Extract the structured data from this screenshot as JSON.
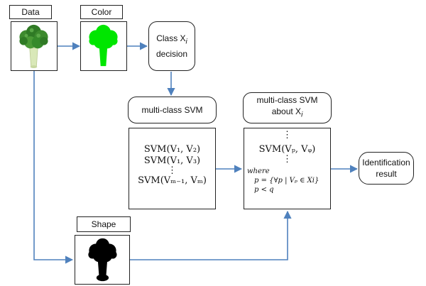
{
  "labels": {
    "data": "Data",
    "color": "Color",
    "shape": "Shape"
  },
  "class_decision": {
    "line1": "Class X",
    "sub": "i",
    "line2": "decision"
  },
  "svm_left": {
    "title": "multi-class SVM",
    "lines": [
      "SVM(V₁, V₂)",
      "SVM(V₁, V₃)",
      "⋮",
      "SVM(Vₘ₋₁, Vₘ)"
    ]
  },
  "svm_right": {
    "title_line1": "multi-class SVM",
    "title_line2": "about X",
    "title_sub": "i",
    "dots_top": "⋮",
    "main": "SVM(Vₚ, Vᵩ)",
    "dots_bottom": "⋮",
    "where": "where",
    "cond1": "p = {∀p | Vₚ ∈ Xi}",
    "cond2": "p < q"
  },
  "result": {
    "line1": "Identification",
    "line2": "result"
  },
  "colors": {
    "arrow": "#4f81bd",
    "broccoli_green": "#3d8a2e",
    "mask_green": "#00e600",
    "mask_black": "#000000"
  }
}
